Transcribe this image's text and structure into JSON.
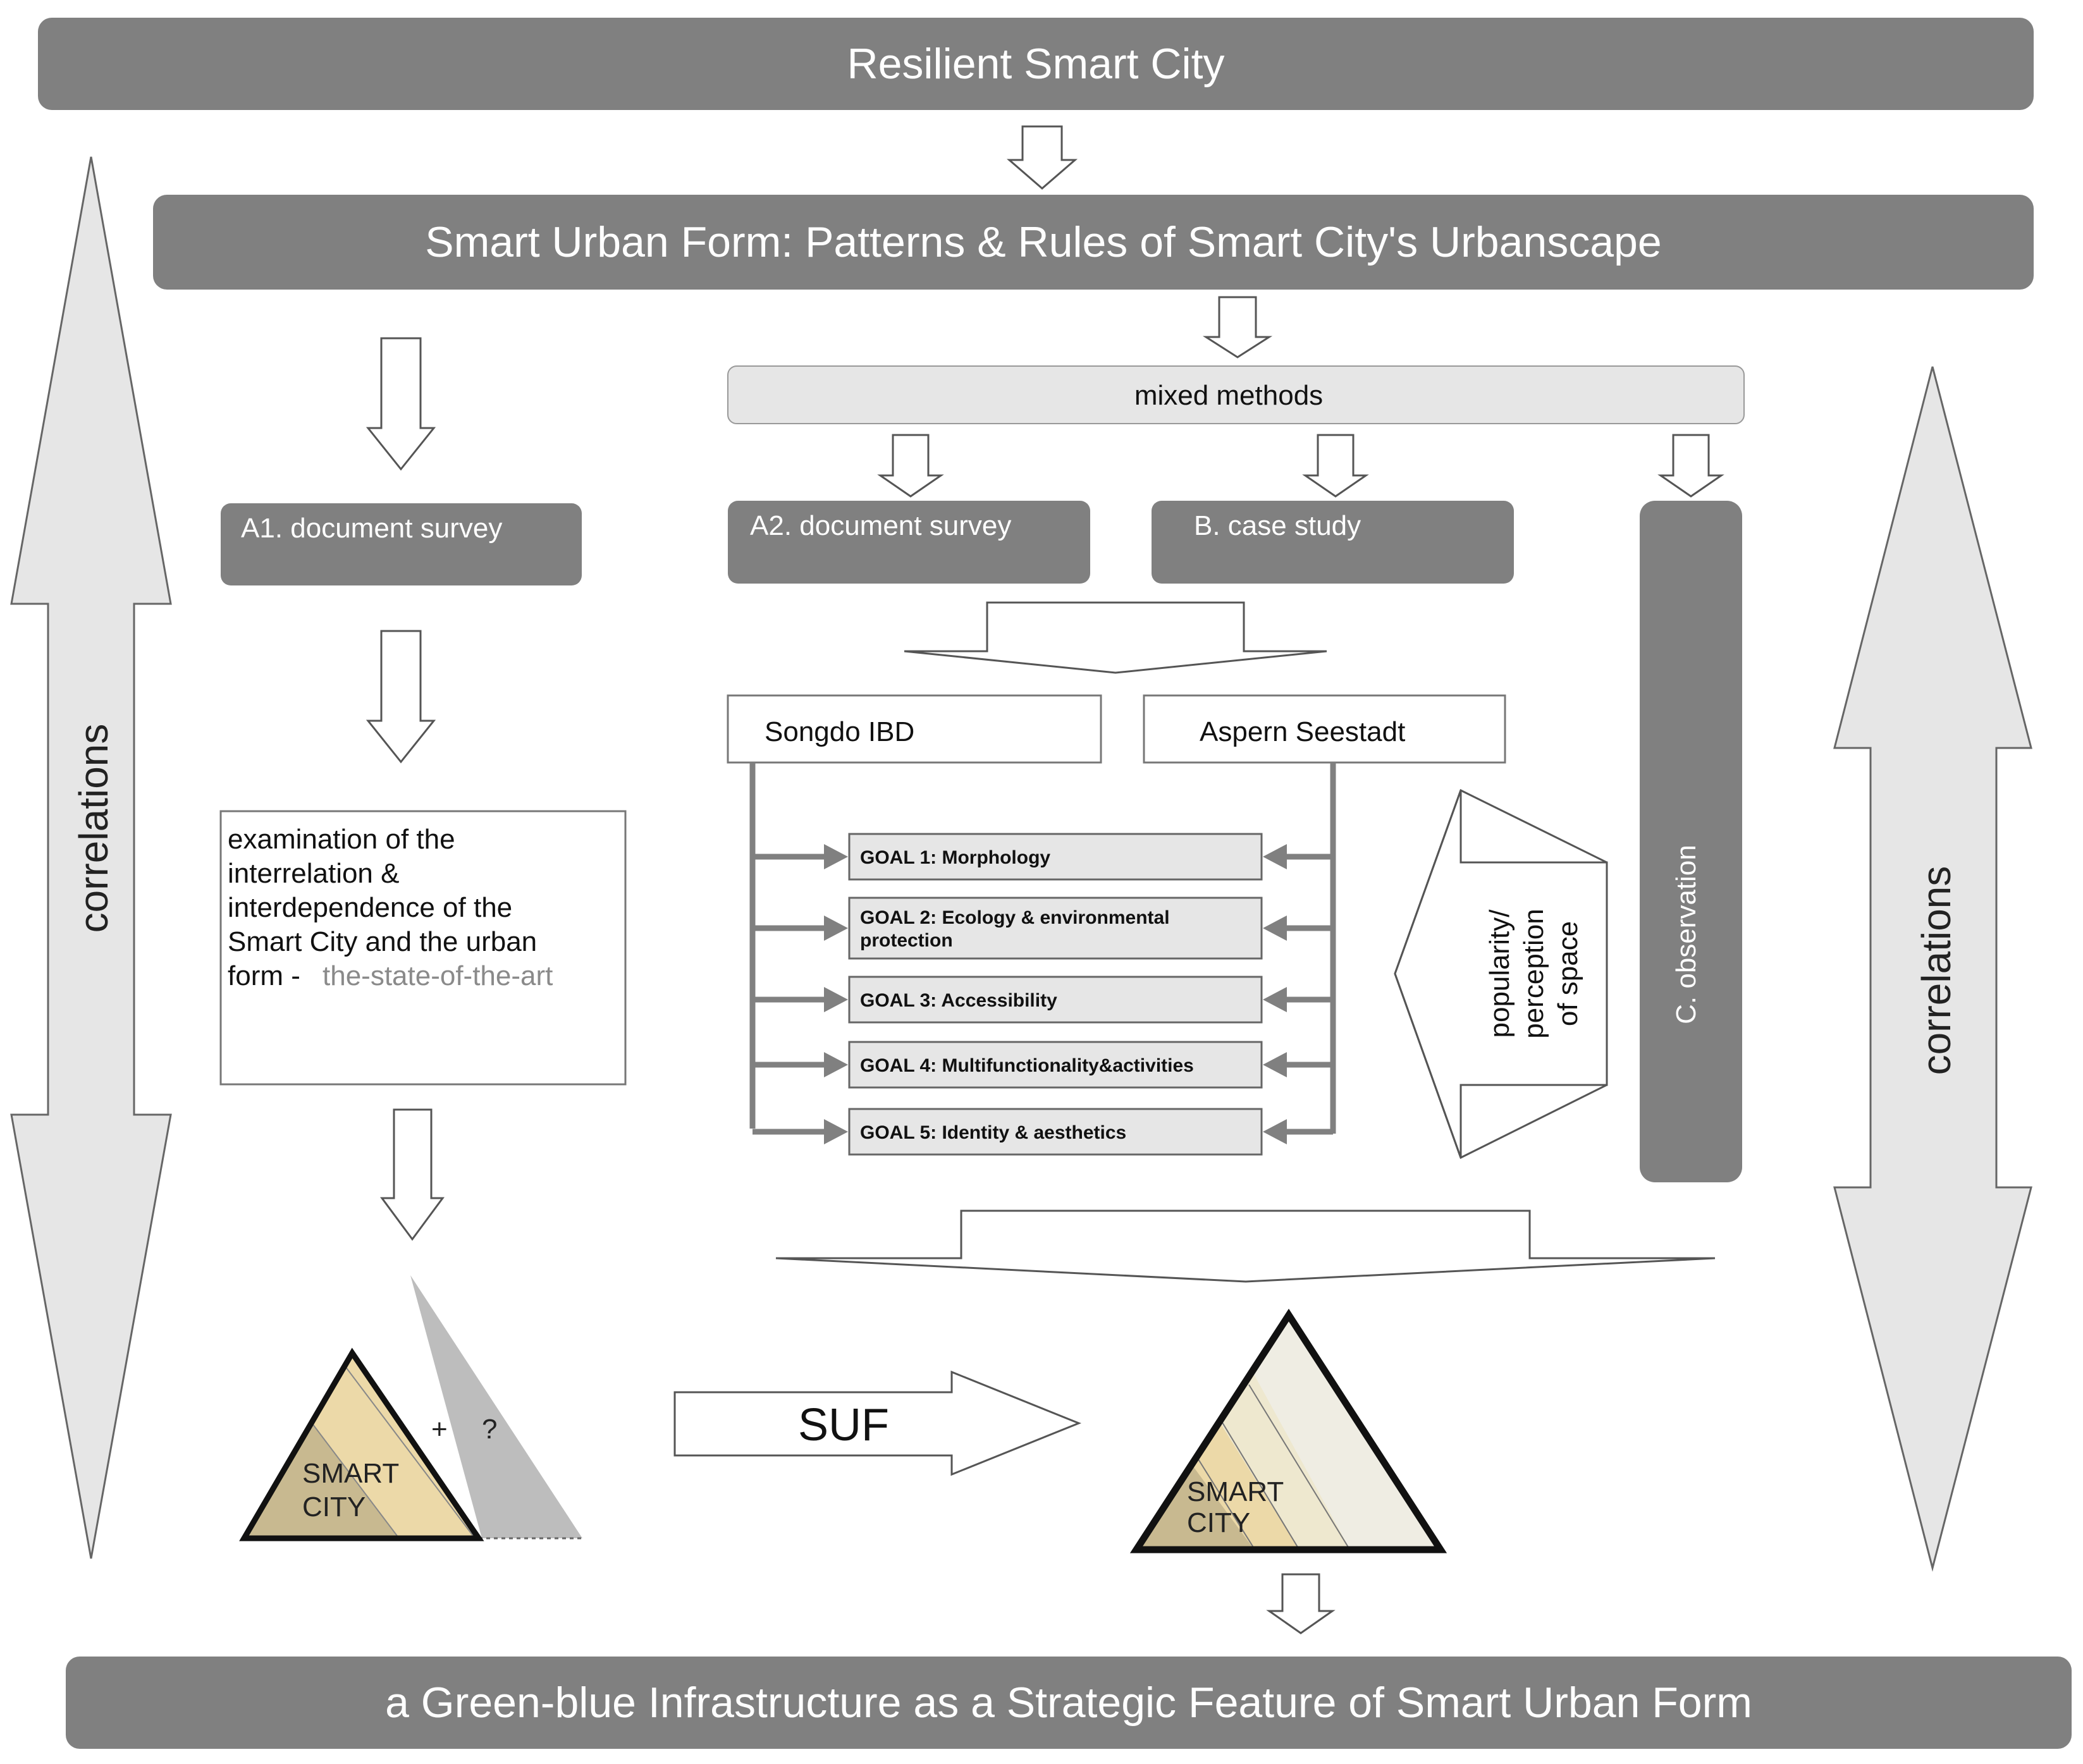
{
  "banners": {
    "top": "Resilient Smart City",
    "second": "Smart Urban Form: Patterns & Rules of Smart City's Urbanscape",
    "bottom": "a Green-blue Infrastructure as a Strategic Feature of Smart Urban Form"
  },
  "mixed_methods": "mixed methods",
  "methods": {
    "a1": "A1. document survey",
    "a2": "A2. document survey",
    "b": "B. case study",
    "c": "C. observation"
  },
  "cases": {
    "songdo": "Songdo IBD",
    "aspern": "Aspern Seestadt"
  },
  "goals": [
    {
      "lines": [
        "GOAL 1:  Morphology"
      ]
    },
    {
      "lines": [
        "GOAL 2: Ecology & environmental",
        "protection"
      ]
    },
    {
      "lines": [
        "GOAL 3: Accessibility"
      ]
    },
    {
      "lines": [
        "GOAL 4:  Multifunctionality&activities"
      ]
    },
    {
      "lines": [
        "GOAL 5: Identity & aesthetics"
      ]
    }
  ],
  "examination": {
    "lines": [
      "examination of the",
      "interrelation &",
      "interdependence of the",
      "Smart City and the urban"
    ],
    "last_line_prefix": "form -",
    "last_line_highlight": "the-state-of-the-art"
  },
  "popularity": {
    "lines": [
      "popularity/",
      "perception",
      "of space"
    ]
  },
  "correlations": {
    "left": "correlations",
    "right": "correlations"
  },
  "suf_label": "SUF",
  "triangle_left": {
    "line1": "SMART",
    "line2": "CITY",
    "plus": "+",
    "question": "?"
  },
  "triangle_right": {
    "line1": "SMART",
    "line2": "CITY"
  },
  "colors": {
    "banner": "#808080",
    "light_panel": "#e6e6e6",
    "outline": "#666666",
    "tan_dark": "#c8b990",
    "tan_mid": "#ecd9a8",
    "tan_light": "#eee8cf",
    "cream": "#efede3"
  }
}
